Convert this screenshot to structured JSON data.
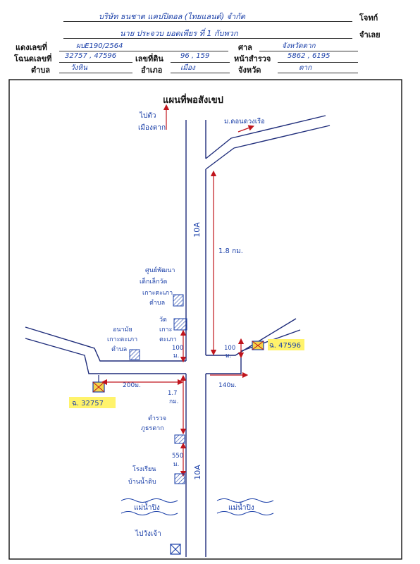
{
  "header": {
    "plaintiff_value": "บริษัท ธนชาต แคปปิตอล (ไทยแลนด์) จำกัด",
    "plaintiff_label": "โจทก์",
    "defendant_value": "นาย ประจวบ ยอดเพียร ที่ 1 กับพวก",
    "defendant_label": "จำเลย",
    "case_label": "แดงเลขที่",
    "case_value": "ผบE190/2564",
    "court_label": "ศาล",
    "court_value": "จังหวัดตาก",
    "deed_label": "โฉนดเลขที่",
    "deed_value": "32757 , 47596",
    "land_no_label": "เลขที่ดิน",
    "land_no_value": "96 , 159",
    "survey_label": "หน้าสำรวจ",
    "survey_value": "5862 , 6195",
    "subdistrict_label": "ตำบล",
    "subdistrict_value": "วังหิน",
    "district_label": "อำเภอ",
    "district_value": "เมือง",
    "province_label": "จังหวัด",
    "province_value": "ตาก"
  },
  "map": {
    "title": "แผนที่พอสังเขป",
    "road_label_top": "10A",
    "road_label_bottom": "10A",
    "north_label_1": "ไปตัว",
    "north_label_2": "เมืองตาก",
    "branch_label": "ม.ดอนดวงเรือ",
    "dist_1_8": "1.8 กม.",
    "dist_100_left": "100",
    "dist_100_left_unit": "ม.",
    "dist_100_right": "100",
    "dist_100_right_unit": "ม.",
    "dist_200": "200ม.",
    "dist_140": "140ม.",
    "dist_1_7": "1.7",
    "dist_1_7_unit": "กม.",
    "dist_550": "550",
    "dist_550_unit": "ม.",
    "lm_school_1": "ศูนย์พัฒนา",
    "lm_school_2": "เด็กเล็กวัด",
    "lm_school_3": "เกาะตะเภา",
    "lm_school_4": "ตำบล",
    "lm_temple_1": "วัด",
    "lm_temple_2": "เกาะ",
    "lm_temple_3": "ตะเภา",
    "lm_health_1": "อนามัย",
    "lm_health_2": "เกาะตะเภา",
    "lm_health_3": "ตำบล",
    "lm_police_1": "ตำรวจ",
    "lm_police_2": "ภูธรตาก",
    "lm_hospital_1": "โรงเรียน",
    "lm_hospital_2": "บ้านน้ำดิบ",
    "river_1": "แม่น้ำปิง",
    "river_2": "แม่น้ำปิง",
    "bottom_label": "ไปวังเจ้า",
    "plot_1": "ฉ. 32757",
    "plot_2": "ฉ. 47596"
  },
  "colors": {
    "ink": "#1a3fa8",
    "arrow": "#c0141c",
    "highlight": "#fff36b",
    "road": "#1e2c7a"
  }
}
